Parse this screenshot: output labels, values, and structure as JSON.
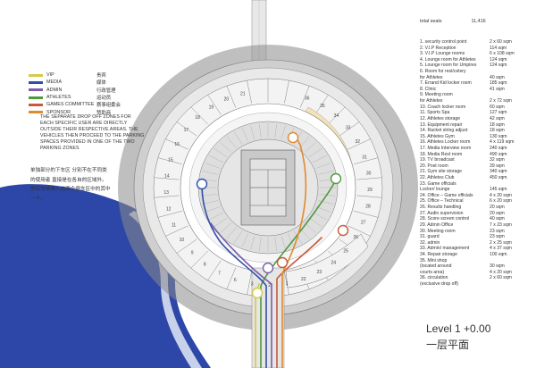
{
  "legend": [
    {
      "en": "VIP",
      "zh": "贵宾",
      "color": "#d8c94a"
    },
    {
      "en": "MEDIA",
      "zh": "媒体",
      "color": "#2f4fa8"
    },
    {
      "en": "ADMIN",
      "zh": "行政管理",
      "color": "#7b5ea8"
    },
    {
      "en": "ATHLETES",
      "zh": "运动员",
      "color": "#4f9a3d"
    },
    {
      "en": "GAMES COMMITTEE",
      "zh": "赛事组委会",
      "color": "#c85a3a"
    },
    {
      "en": "SPONSOR",
      "zh": "赞助商",
      "color": "#e08a2e"
    }
  ],
  "note_en": "THE SEPARATE DROP OFF ZONES FOR EACH SPECIFIC USER ARE DIRECTLY OUTSIDE THEIR RESPECTIVE AREAS. THE VEHICLES THEN PROCEED TO THE PARKING SPACES PROVIDED IN ONE OF THE TWO PARKING ZONES",
  "note_zh": "单独部分的下车区 分别不在不同类的使用者 直接是在各自的区域外。 然后车辆驶入这两个停车区中的其中一个。",
  "stats": {
    "label": "total seats",
    "value": "11,416"
  },
  "rooms": [
    {
      "t": "1. security control point",
      "a": "2 x 60 sqm"
    },
    {
      "t": "2. V.I.P Reception",
      "a": "114 sqm"
    },
    {
      "t": "3. V.I.P Lounge rooms",
      "a": "6 x 108 sqm"
    },
    {
      "t": "4. Lounge room for Athletes",
      "a": "124 sqm"
    },
    {
      "t": "5. Lounge room for Umpires",
      "a": "124 sqm"
    },
    {
      "t": "6. Room for rest/celery",
      "a": ""
    },
    {
      "t": "    for Athletes",
      "a": "40 sqm"
    },
    {
      "t": "7. Errand Kid locker room",
      "a": "185 sqm"
    },
    {
      "t": "8. Clinic",
      "a": "41 sqm"
    },
    {
      "t": "9. Meeting room",
      "a": ""
    },
    {
      "t": "    for Athletes",
      "a": "2 x 72 sqm"
    },
    {
      "t": "10. Coach locker room",
      "a": "60 sqm"
    },
    {
      "t": "11. Sports Spa",
      "a": "127 sqm"
    },
    {
      "t": "12. Athletes storage",
      "a": "42 sqm"
    },
    {
      "t": "13. Equipment repair",
      "a": "18 sqm"
    },
    {
      "t": "14. Racket string adjust",
      "a": "18 sqm"
    },
    {
      "t": "15. Athletes Gym",
      "a": "130 sqm"
    },
    {
      "t": "16. Athletes Locker room",
      "a": "4 x 119 sqm"
    },
    {
      "t": "17. Media Interview room",
      "a": "240 sqm"
    },
    {
      "t": "18. Media Rest room",
      "a": "490 sqm"
    },
    {
      "t": "19. TV broadcast",
      "a": "32 sqm"
    },
    {
      "t": "20. Post room",
      "a": "39 sqm"
    },
    {
      "t": "21. Gym site storage",
      "a": "340 sqm"
    },
    {
      "t": "22. Athletes Club",
      "a": "450 sqm"
    },
    {
      "t": "23. Game officials",
      "a": ""
    },
    {
      "t": "    Locker/ lounge",
      "a": "145 sqm"
    },
    {
      "t": "24. Office – Game officials",
      "a": "4 x 20 sqm"
    },
    {
      "t": "25. Office – Technical",
      "a": "6 x 20 sqm"
    },
    {
      "t": "26. Results handling",
      "a": "20 sqm"
    },
    {
      "t": "27. Audio supervision",
      "a": "20 sqm"
    },
    {
      "t": "28. Score screen control",
      "a": "40 sqm"
    },
    {
      "t": "29. Admin Office",
      "a": "7 x 23 sqm"
    },
    {
      "t": "30. Meeting room",
      "a": "23 sqm"
    },
    {
      "t": "31. guard",
      "a": "23 sqm"
    },
    {
      "t": "32. admin",
      "a": "2 x 25 sqm"
    },
    {
      "t": "33. Admin/ management",
      "a": "4 x 37 sqm"
    },
    {
      "t": "34. Repair storage",
      "a": "100 sqm"
    },
    {
      "t": "35. Mini shop",
      "a": ""
    },
    {
      "t": "    (located around",
      "a": "30 sqm"
    },
    {
      "t": "    courts area)",
      "a": "4 x 20 sqm"
    },
    {
      "t": "36. circulation",
      "a": "2 x 60 sqm"
    },
    {
      "t": "    (exclusive drop off)",
      "a": ""
    }
  ],
  "level": {
    "en": "Level 1 +0.00",
    "zh": "一层平面"
  },
  "plan_labels": [
    "21",
    "20",
    "19",
    "18",
    "17",
    "16",
    "15",
    "14",
    "13",
    "12",
    "11",
    "10",
    "9",
    "8",
    "7",
    "6",
    "3",
    "2",
    "1",
    "22",
    "23",
    "24",
    "25",
    "26",
    "27",
    "28",
    "29",
    "30",
    "31",
    "32",
    "33",
    "34",
    "35",
    "36"
  ]
}
